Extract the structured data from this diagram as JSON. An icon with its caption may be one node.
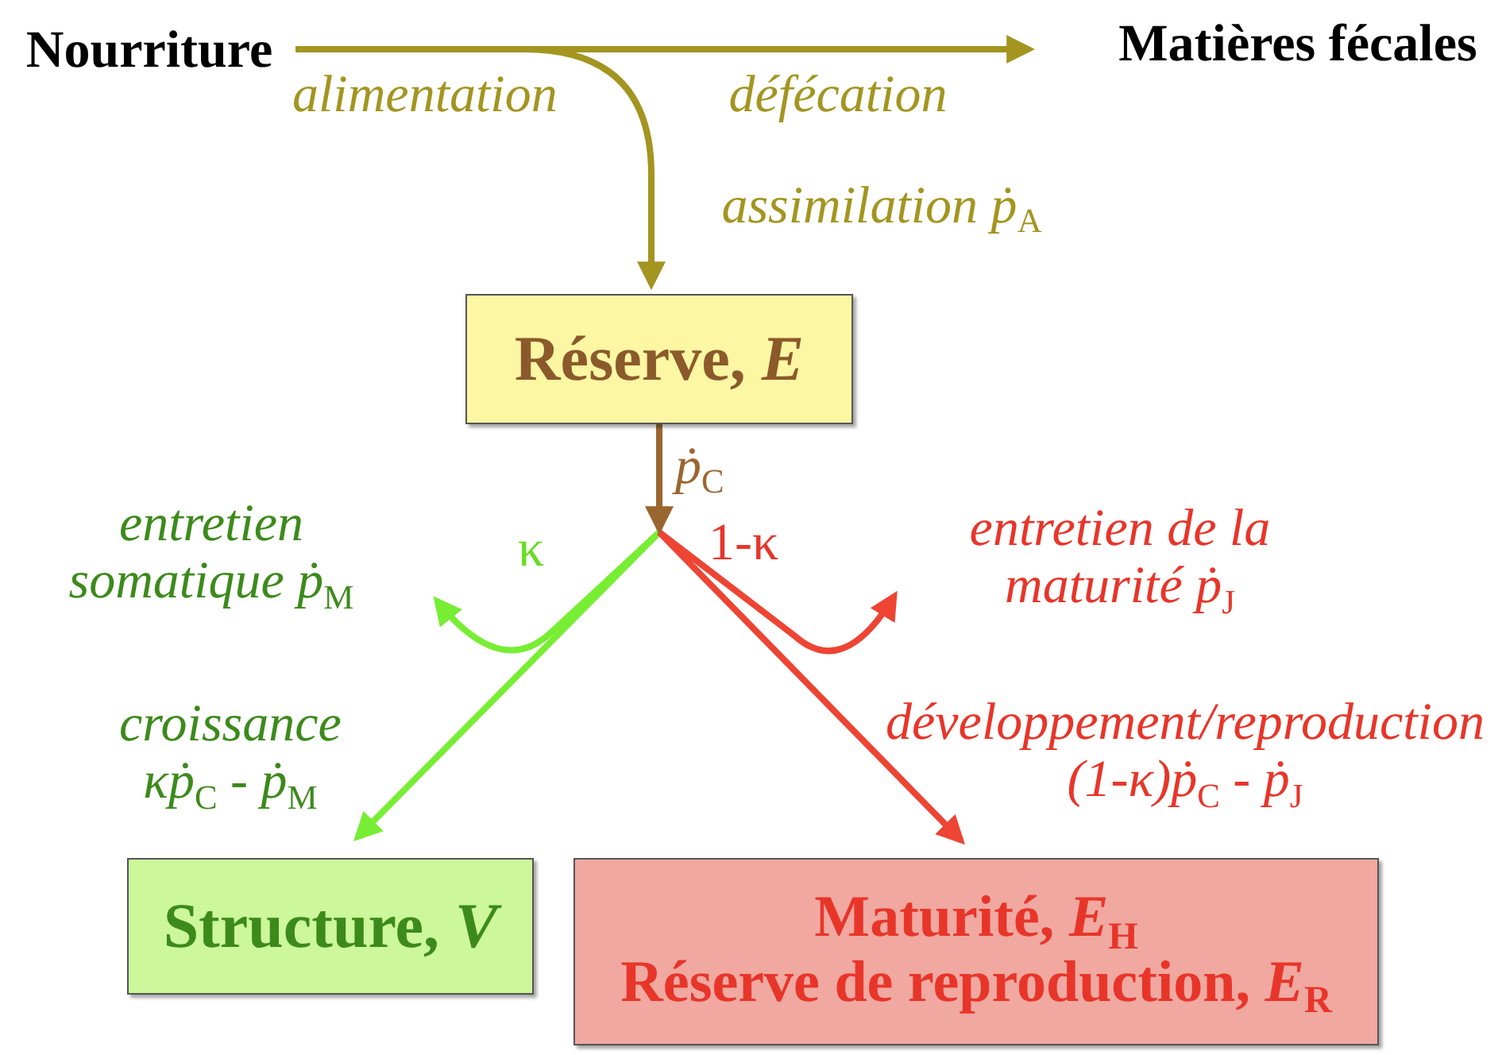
{
  "diagram": {
    "nodes": [
      {
        "text": [
          "Nourriture"
        ]
      },
      {
        "text": [
          "Matières fécales"
        ]
      },
      {
        "text": [
          "Réserve, *E*"
        ]
      },
      {
        "text": [
          "Structure, *V*"
        ]
      },
      {
        "text": [
          "Maturité, *E*$_{H}$",
          "Réserve de reproduction, *E*$_{R}$"
        ]
      }
    ],
    "edges": [
      {
        "from": 0,
        "to": 1,
        "arrow": "to",
        "label": "défécation",
        "color": "#a39520"
      },
      {
        "from": 0,
        "to": 2,
        "arrow": "to",
        "label": "assimilation ṗ$_{A}$",
        "color": "#a39520"
      },
      {
        "from": 2,
        "to": null,
        "arrow": "to",
        "label": "entretien somatique ṗ$_{M}$",
        "color": "#77ee33"
      },
      {
        "from": 2,
        "to": 3,
        "arrow": "to",
        "label": "croissance κṗ$_{C}$ - ṗ$_{M}$",
        "color": "#77ee33"
      },
      {
        "from": 2,
        "to": null,
        "arrow": "to",
        "label": "entretien de la maturité ṗ$_{J}$",
        "color": "#ee4433"
      },
      {
        "from": 2,
        "to": 4,
        "arrow": "to",
        "label": "développement/reproduction (1-κ)ṗ$_{C}$ - ṗ$_{J}$",
        "color": "#ee4433"
      }
    ],
    "labels": [
      "alimentation",
      "ṗ$_{C}$",
      "κ",
      "1-κ"
    ]
  }
}
